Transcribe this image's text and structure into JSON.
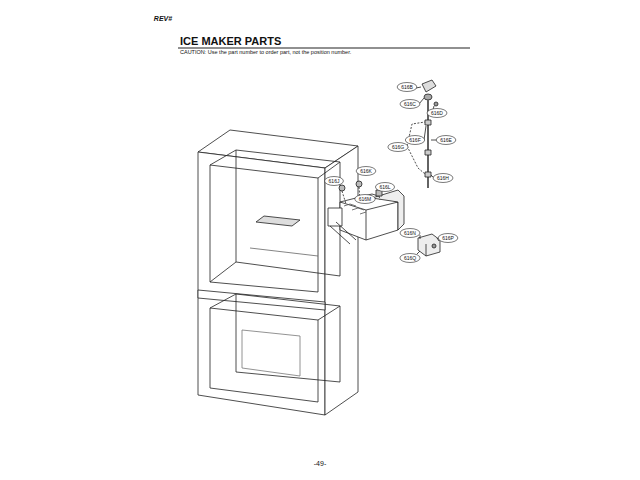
{
  "diagram": {
    "title": "ICE MAKER PARTS",
    "caption": "CAUTION: Use the part number to order part, not the position number.",
    "labels": [
      "REV#",
      "616B",
      "616C",
      "616D",
      "616E",
      "616F",
      "616G",
      "616H",
      "616J",
      "616K",
      "616L",
      "616M",
      "616N",
      "616P",
      "616Q",
      "-49-"
    ]
  }
}
